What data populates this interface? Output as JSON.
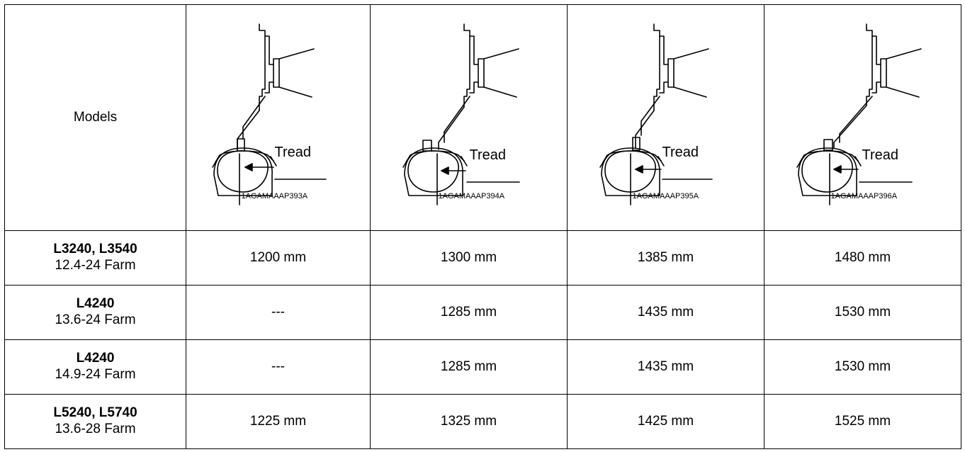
{
  "table": {
    "header_label": "Models",
    "diagrams": [
      {
        "tread_label": "Tread",
        "figure_code": "1AGAMAAAP393A"
      },
      {
        "tread_label": "Tread",
        "figure_code": "1AGAMAAAP394A"
      },
      {
        "tread_label": "Tread",
        "figure_code": "1AGAMAAAP395A"
      },
      {
        "tread_label": "Tread",
        "figure_code": "1AGAMAAAP396A"
      }
    ],
    "rows": [
      {
        "model": "L3240, L3540",
        "tire": "12.4-24 Farm",
        "values": [
          "1200 mm",
          "1300 mm",
          "1385 mm",
          "1480 mm"
        ]
      },
      {
        "model": "L4240",
        "tire": "13.6-24 Farm",
        "values": [
          "---",
          "1285 mm",
          "1435 mm",
          "1530 mm"
        ]
      },
      {
        "model": "L4240",
        "tire": "14.9-24 Farm",
        "values": [
          "---",
          "1285 mm",
          "1435 mm",
          "1530 mm"
        ]
      },
      {
        "model": "L5240, L5740",
        "tire": "13.6-28 Farm",
        "values": [
          "1225 mm",
          "1325 mm",
          "1425 mm",
          "1525 mm"
        ]
      }
    ]
  }
}
